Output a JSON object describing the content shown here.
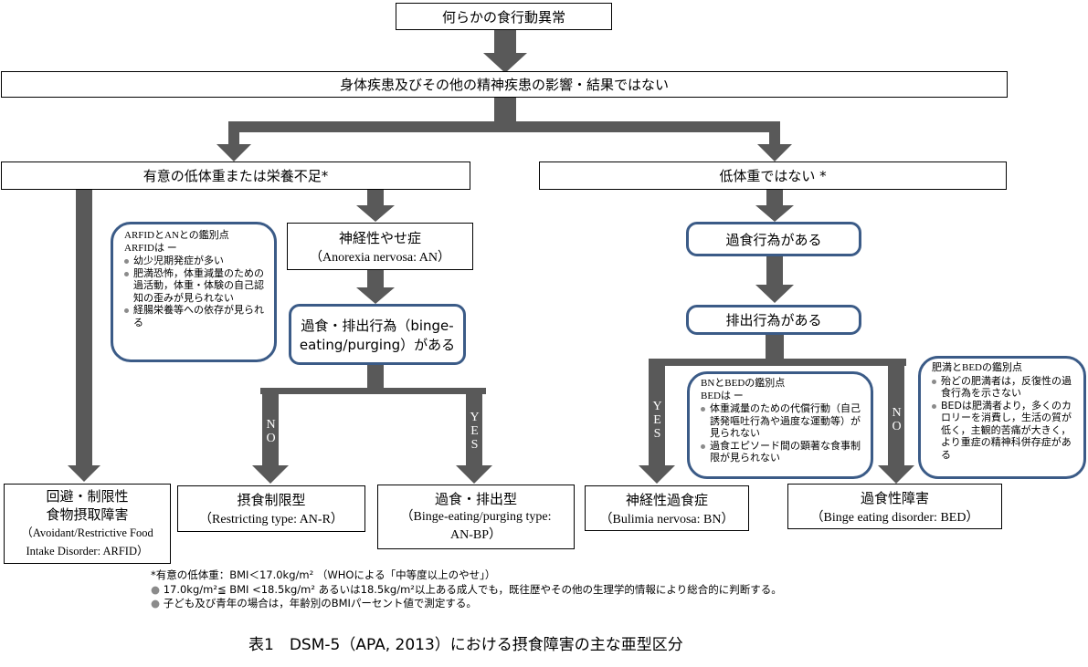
{
  "colors": {
    "arrow": "#595959",
    "rounded_border": "#3b5b87",
    "box_border": "#000000",
    "bullet": "#8b8b8b"
  },
  "nodes": {
    "root": "何らかの食行動異常",
    "exclusion": "身体疾患及びその他の精神疾患の影響・結果ではない",
    "low_weight": "有意の低体重または栄養不足*",
    "not_low_weight": "低体重ではない *",
    "an": {
      "title": "神経性やせ症",
      "en": "（Anorexia nervosa: AN）"
    },
    "binge_purge_q": {
      "line1": "過食・排出行為（binge-",
      "line2": "eating/purging）がある"
    },
    "binge_q": "過食行為がある",
    "purge_q": "排出行為がある",
    "arfid": {
      "line1": "回避・制限性",
      "line2": "食物摂取障害",
      "en1": "（Avoidant/Restrictive  Food",
      "en2": "Intake Disorder: ARFID）"
    },
    "an_r": {
      "title": "摂食制限型",
      "en": "（Restricting type: AN-R）"
    },
    "an_bp": {
      "title": "過食・排出型",
      "en1": "（Binge-eating/purging type:",
      "en2": "AN-BP）"
    },
    "bn": {
      "title": "神経性過食症",
      "en": "（Bulimia nervosa: BN）"
    },
    "bed": {
      "title": "過食性障害",
      "en": "（Binge eating disorder: BED）"
    }
  },
  "branch_labels": {
    "an_no": "NO",
    "an_yes": "YES",
    "bn_yes": "YES",
    "bed_no": "NO"
  },
  "notes": {
    "arfid_vs_an": {
      "title": "ARFIDとANとの鑑別点",
      "subtitle": "ARFIDは ー",
      "bullets": [
        "幼少児期発症が多い",
        "肥満恐怖，体重減量のための過活動，体重・体験の自己認知の歪みが見られない",
        "経腸栄養等への依存が見られる"
      ]
    },
    "bn_vs_bed": {
      "title": "BNとBEDの鑑別点",
      "subtitle": "BEDは ー",
      "bullets": [
        "体重減量のための代償行動（自己誘発嘔吐行為や過度な運動等）が見られない",
        "過食エピソード間の顕著な食事制限が見られない"
      ]
    },
    "obesity_vs_bed": {
      "title": "肥満とBEDの鑑別点",
      "bullets": [
        "殆どの肥満者は，反復性の過食行為を示さない",
        "BEDは肥満者より，多くのカロリーを消費し，生活の質が低く，主観的苦痛が大きく，より重症の精神科併存症がある"
      ]
    }
  },
  "footnotes": [
    "*有意の低体重：BMI＜17.0kg/m²  （WHOによる「中等度以上のやせ」）",
    "17.0kg/m²≦ BMI <18.5kg/m² あるいは18.5kg/m²以上ある成人でも，既往歴やその他の生理学的情報により総合的に判断する。",
    "子ども及び青年の場合は，年齢別のBMIパーセント値で測定する。"
  ],
  "caption": "表1　DSM-5（APA, 2013）における摂食障害の主な亜型区分"
}
